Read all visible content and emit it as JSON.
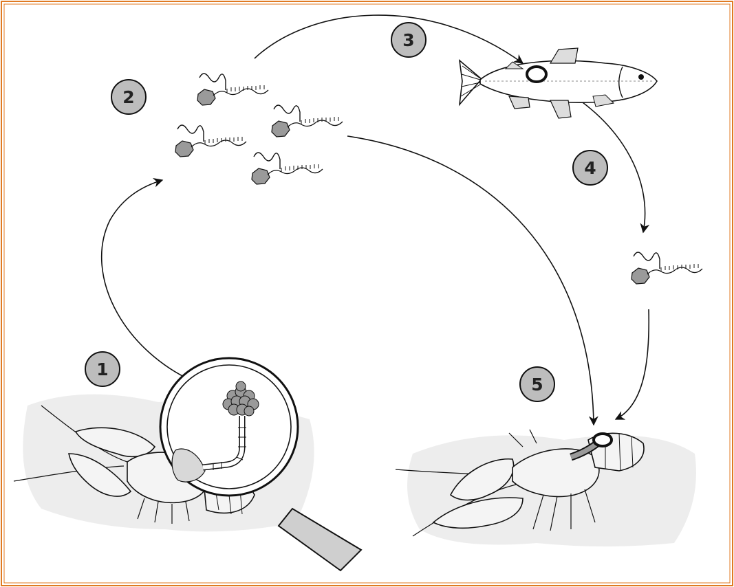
{
  "diagram": {
    "colors": {
      "frame": "#e07a22",
      "ink": "#111111",
      "badge_fill": "#bdbdbd",
      "spore_fill": "#9a9a9a",
      "lens_fill": "#ffffff",
      "handle_fill": "#cfcfcf",
      "shadow_fill": "#e6e6e6"
    },
    "stages": [
      {
        "label": "1",
        "icon": "crayfish-with-magnifier-icon"
      },
      {
        "label": "2",
        "icon": "zoospores-icon"
      },
      {
        "label": "3",
        "icon": "fish-host-icon"
      },
      {
        "label": "4",
        "icon": "zoospore-icon"
      },
      {
        "label": "5",
        "icon": "infected-crayfish-icon"
      }
    ]
  }
}
